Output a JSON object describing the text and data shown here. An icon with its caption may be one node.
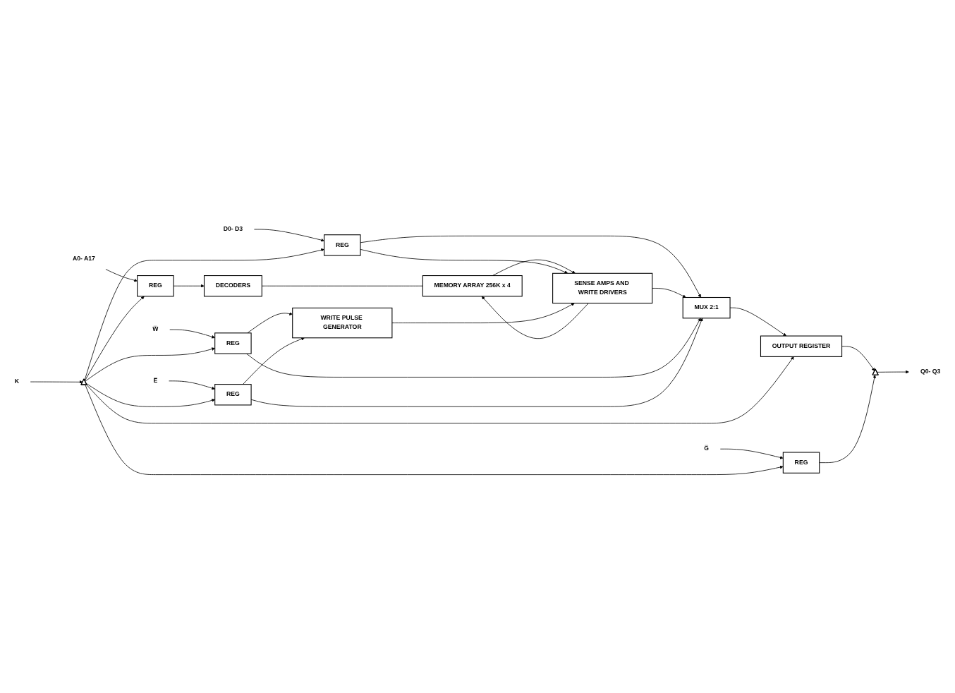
{
  "diagram": {
    "nodes": [
      {
        "text": [
          "A0- A17"
        ]
      },
      {
        "text": [
          "REG"
        ]
      },
      {
        "text": [
          "DECODERS"
        ]
      },
      {
        "text": [
          "MEMORY ARRAY 256K x 4"
        ]
      },
      {
        "text": [
          "D0- D3"
        ]
      },
      {
        "text": [
          "REG"
        ]
      },
      {
        "text": [
          "SENSE AMPS AND WRITE DRIVERS"
        ]
      },
      {
        "text": [
          "MUX 2:1"
        ]
      },
      {
        "text": [
          "OUTPUT REGISTER"
        ]
      },
      {
        "text": [],
        "shape": "triangle"
      },
      {
        "text": [
          "Q0- Q3"
        ]
      },
      {
        "text": [
          "W̅"
        ]
      },
      {
        "text": [
          "REG"
        ]
      },
      {
        "text": [
          "WRITE PULSE GENERATOR"
        ]
      },
      {
        "text": [
          "E̅"
        ]
      },
      {
        "text": [
          "REG"
        ]
      },
      {
        "text": [
          "G̅"
        ]
      },
      {
        "text": [
          "REG"
        ]
      },
      {
        "text": [
          "K"
        ]
      },
      {
        "text": [],
        "shape": "triangle"
      }
    ],
    "edges": [
      {
        "from": 0,
        "to": 1,
        "arrow": "to"
      },
      {
        "from": 1,
        "to": 2,
        "arrow": "to"
      },
      {
        "from": 2,
        "to": 3,
        "arrow": "none"
      },
      {
        "from": 3,
        "to": 6,
        "arrow": "to"
      },
      {
        "from": 6,
        "to": 3,
        "arrow": "to"
      },
      {
        "from": 4,
        "to": 5,
        "arrow": "to"
      },
      {
        "from": 5,
        "to": 6,
        "arrow": "to"
      },
      {
        "from": 5,
        "to": 7,
        "arrow": "to"
      },
      {
        "from": 6,
        "to": 7,
        "arrow": "to"
      },
      {
        "from": 7,
        "to": 8,
        "arrow": "to"
      },
      {
        "from": 8,
        "to": 9,
        "arrow": "to"
      },
      {
        "from": 9,
        "to": 10,
        "arrow": "to"
      },
      {
        "from": 11,
        "to": 12,
        "arrow": "to"
      },
      {
        "from": 12,
        "to": 13,
        "arrow": "to"
      },
      {
        "from": 12,
        "to": 7,
        "arrow": "to"
      },
      {
        "from": 13,
        "to": 6,
        "arrow": "to"
      },
      {
        "from": 14,
        "to": 15,
        "arrow": "to"
      },
      {
        "from": 15,
        "to": 13,
        "arrow": "to"
      },
      {
        "from": 15,
        "to": 7,
        "arrow": "to"
      },
      {
        "from": 16,
        "to": 17,
        "arrow": "to"
      },
      {
        "from": 17,
        "to": 9,
        "arrow": "to"
      },
      {
        "from": 18,
        "to": 19,
        "arrow": "to"
      },
      {
        "from": 19,
        "to": 1,
        "arrow": "to"
      },
      {
        "from": 19,
        "to": 5,
        "arrow": "to"
      },
      {
        "from": 19,
        "to": 12,
        "arrow": "to"
      },
      {
        "from": 19,
        "to": 17,
        "arrow": "to"
      },
      {
        "from": 19,
        "to": 15,
        "arrow": "to"
      },
      {
        "from": 19,
        "to": 8,
        "arrow": "to"
      }
    ]
  }
}
